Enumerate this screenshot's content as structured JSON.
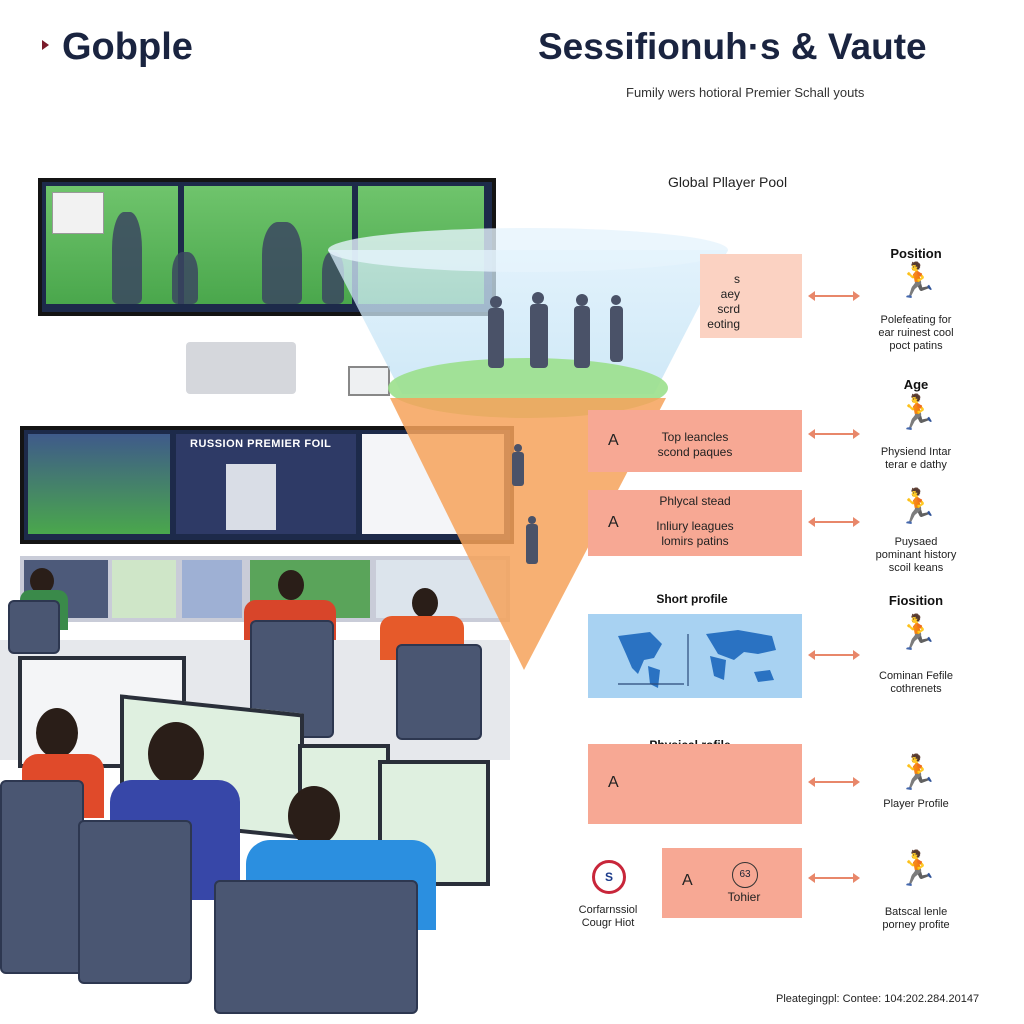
{
  "header": {
    "brand": "Gobple",
    "title": "Sessifionuh·s & Vaute",
    "subtitle": "Fumily wers hotioral Premier Schall youts"
  },
  "funnel": {
    "label": "Global Pllayer Pool"
  },
  "screens": {
    "middle_title": "RUSSION PREMIER FOIL"
  },
  "stages": [
    {
      "marker": "",
      "lines": [
        "s",
        "aey",
        "scrd",
        "eoting"
      ]
    },
    {
      "marker": "A",
      "lines": [
        "Top leancles",
        "scond paques"
      ]
    },
    {
      "marker": "A",
      "heading": "Phlycal stead",
      "lines": [
        "Inliury leagues",
        "lomirs patins"
      ]
    },
    {
      "marker": "",
      "heading": "Short profile",
      "lines": []
    },
    {
      "marker": "A",
      "heading": "Physical rofile",
      "lines": []
    },
    {
      "marker": "A",
      "badge": "63",
      "lines": [
        "Tohier"
      ]
    }
  ],
  "categories": [
    {
      "heading": "Position",
      "desc": [
        "Polefeating for",
        "ear ruinest cool",
        "poct patins"
      ]
    },
    {
      "heading": "Age",
      "desc": [
        "Physiend Intar",
        "terar e dathy"
      ]
    },
    {
      "heading": "",
      "desc": [
        "Puysaed",
        "pominant history",
        "scoil keans"
      ]
    },
    {
      "heading": "Fiosition",
      "desc": [
        "Cominan Fefile",
        "cothrenets"
      ]
    },
    {
      "heading": "",
      "desc": [
        "Player Profile"
      ]
    },
    {
      "heading": "",
      "desc": [
        "Batscal lenle",
        "porney profite"
      ]
    }
  ],
  "bottom_left": {
    "badge": "S",
    "lines": [
      "Corfarnssiol",
      "Cougr Hiot"
    ]
  },
  "footer": "Pleategingpl: Contee: 104:202.284.20147",
  "icons": {
    "runner": "runner-icon",
    "map": "world-map-icon",
    "badge": "club-badge-icon"
  },
  "colors": {
    "stage": "#f7a894",
    "stage_light": "#fbd2c2",
    "map": "#a8d2f2",
    "arrow": "#e8876a",
    "runner": "#2a86c9",
    "funnel_top": "#cfe8f7",
    "funnel_mid": "#9be08c",
    "funnel_bottom": "#f6a25a",
    "brand": "#1a2440"
  }
}
